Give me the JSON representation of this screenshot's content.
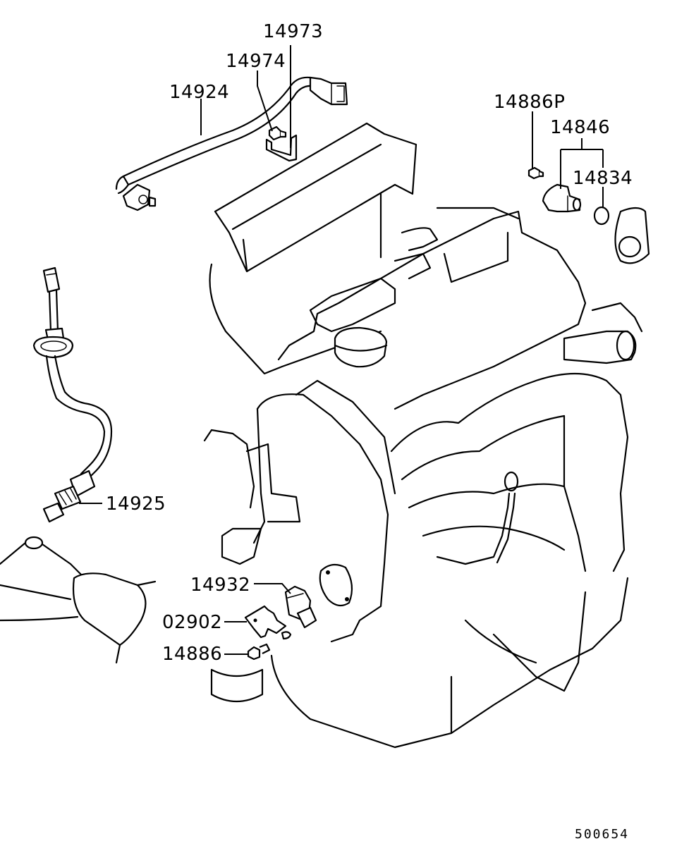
{
  "labels": {
    "p14973": "14973",
    "p14974": "14974",
    "p14924": "14924",
    "p14886P": "14886P",
    "p14846": "14846",
    "p14834": "14834",
    "p14925": "14925",
    "p14932": "14932",
    "p02902": "02902",
    "p14886": "14886"
  },
  "diagram_code": "500654"
}
